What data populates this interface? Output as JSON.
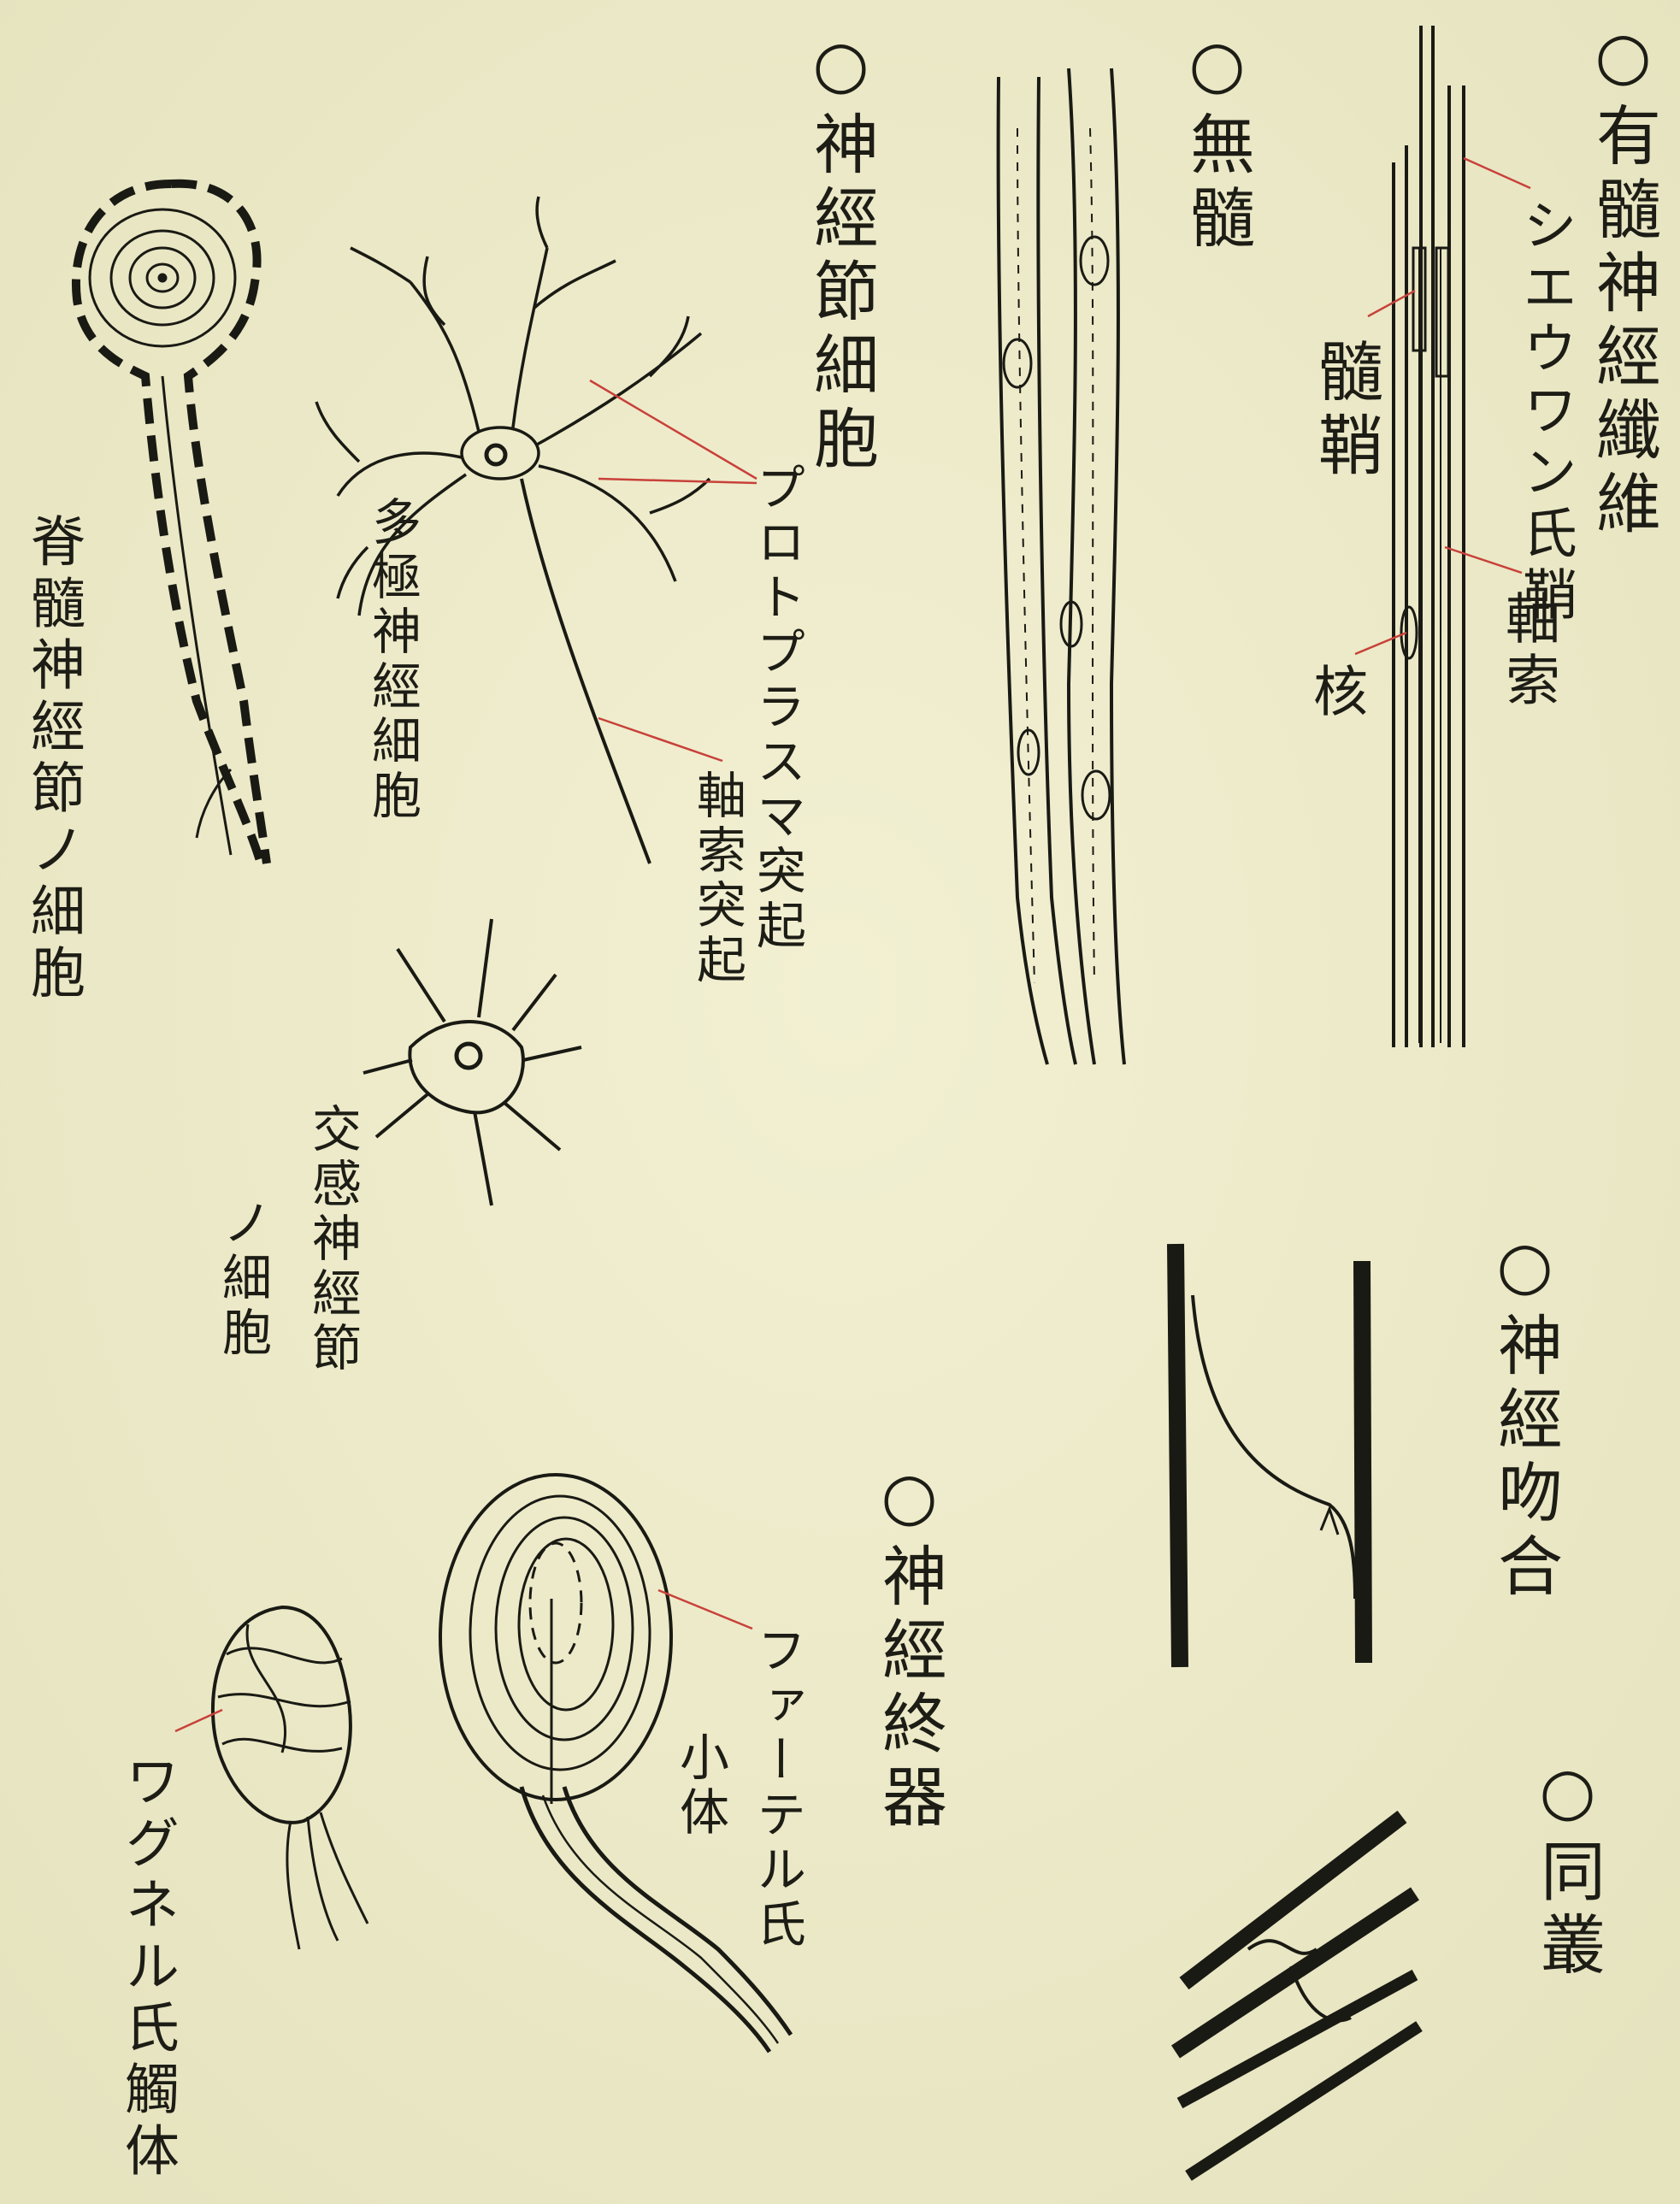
{
  "labels": {
    "myelinated_fiber": "○有髓神經纖維",
    "schwann_sheath": "シエウワン氏鞘",
    "myelin_sheath": "髓鞘",
    "axon_cylinder": "軸索",
    "nucleus": "核",
    "unmyelinated": "○無髓",
    "ganglion_cell": "○神經節細胞",
    "multipolar_cell": "多極神經細胞",
    "protoplasmic_process": "プロトプラスマ突起",
    "axon_process": "軸索突起",
    "spinal_ganglion_cell": "脊髓神經節ノ細胞",
    "sympathetic_ganglion_cell_a": "交感神經節",
    "sympathetic_ganglion_cell_b": "ノ細胞",
    "nerve_anastomosis": "○神經吻合",
    "nerve_endings": "○神經終器",
    "pacinian_corpuscle_a": "ファーテル氏",
    "pacinian_corpuscle_b": "小体",
    "meissner_corpuscle": "ワグネル氏觸体",
    "plexus": "○同叢"
  },
  "colors": {
    "paper": "#eeeccb",
    "ink": "#1a1a14",
    "leader_line": "#c8413a"
  }
}
